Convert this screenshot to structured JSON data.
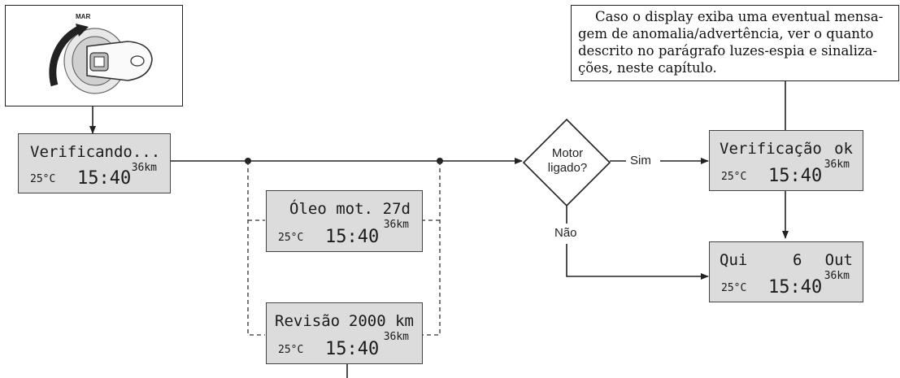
{
  "note": {
    "lines": [
      "    Caso o display exiba uma eventual mensa-",
      "gem de anomalia/advertência, ver o quanto",
      "descrito no parágrafo luzes-espia e sinaliza-",
      "ções, neste capítulo."
    ]
  },
  "ignition": {
    "label": "MAR"
  },
  "decision": {
    "line1": "Motor",
    "line2": "ligado?",
    "yes": "Sim",
    "no": "Não"
  },
  "displays": {
    "checking": {
      "text": "Verificando...",
      "temp": "25°C",
      "time": "15:40",
      "km": "36km"
    },
    "oil": {
      "left": "Óleo mot.",
      "right": "27d",
      "temp": "25°C",
      "time": "15:40",
      "km": "36km"
    },
    "service": {
      "left": "Revisão",
      "right": "2000 km",
      "temp": "25°C",
      "time": "15:40",
      "km": "36km"
    },
    "ok": {
      "left": "Verificação",
      "right": "ok",
      "temp": "25°C",
      "time": "15:40",
      "km": "36km"
    },
    "date": {
      "day": "Qui",
      "num": "6",
      "month": "Out",
      "temp": "25°C",
      "time": "15:40",
      "km": "36km"
    }
  }
}
